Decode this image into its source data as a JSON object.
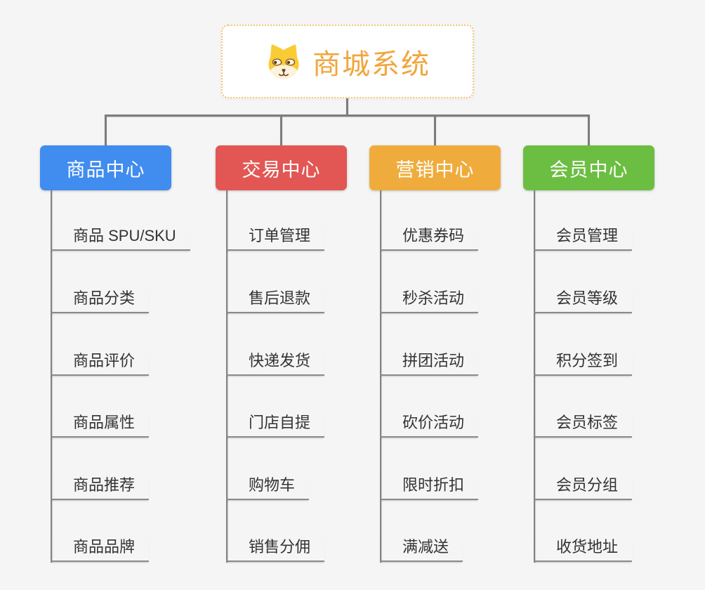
{
  "root": {
    "title": "商城系统",
    "icon": "shiba-dog-icon"
  },
  "colors": {
    "background": "#f5f5f6",
    "root_text": "#f0a63d",
    "root_border_dotted": "#f6c46f",
    "connector_gray": "#7d7d7d",
    "leaf_text": "#333333",
    "leaf_underline": "#8a8a8a",
    "branch_product": "#418cef",
    "branch_trade": "#e25754",
    "branch_marketing": "#efac3d",
    "branch_member": "#6cbe42"
  },
  "branches": [
    {
      "label": "商品中心",
      "color": "#418cef",
      "items": [
        "商品 SPU/SKU",
        "商品分类",
        "商品评价",
        "商品属性",
        "商品推荐",
        "商品品牌"
      ]
    },
    {
      "label": "交易中心",
      "color": "#e25754",
      "items": [
        "订单管理",
        "售后退款",
        "快递发货",
        "门店自提",
        "购物车",
        "销售分佣"
      ]
    },
    {
      "label": "营销中心",
      "color": "#efac3d",
      "items": [
        "优惠券码",
        "秒杀活动",
        "拼团活动",
        "砍价活动",
        "限时折扣",
        "满减送"
      ]
    },
    {
      "label": "会员中心",
      "color": "#6cbe42",
      "items": [
        "会员管理",
        "会员等级",
        "积分签到",
        "会员标签",
        "会员分组",
        "收货地址"
      ]
    }
  ]
}
